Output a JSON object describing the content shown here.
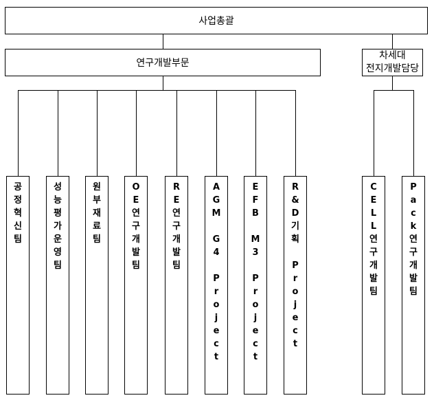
{
  "diagram": {
    "top": "사업총괄",
    "division_left": "연구개발부문",
    "division_right": [
      "차세대",
      "전지개발담당"
    ],
    "teams_left": [
      "공정혁신팀",
      "성능평가운영팀",
      "원부재료팀",
      "OE연구개발팀",
      "RE연구개발팀",
      "AGM G4 Project",
      "EFB M3 Project",
      "R&D기획 Project"
    ],
    "teams_right": [
      "CELL연구개발팀",
      "Pack연구개발팀"
    ]
  }
}
